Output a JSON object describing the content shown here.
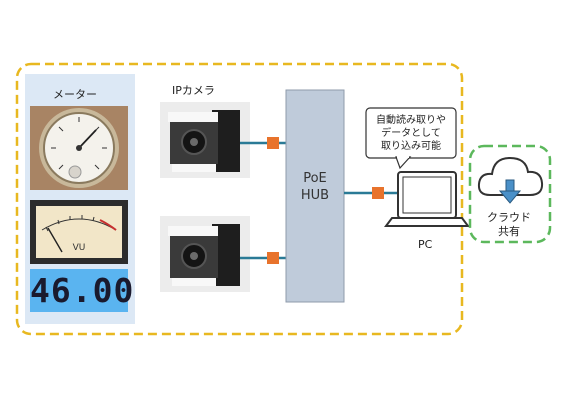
{
  "meter": {
    "title": "メーター",
    "display_value": "46.00",
    "vu_label": "VU"
  },
  "camera": {
    "title": "IPカメラ"
  },
  "hub": {
    "line1": "PoE",
    "line2": "HUB"
  },
  "pc": {
    "label": "PC"
  },
  "bubble": {
    "line1": "自動読み取りや",
    "line2": "データとして",
    "line3": "取り込み可能"
  },
  "cloud": {
    "line1": "クラウド",
    "line2": "共有"
  },
  "colors": {
    "system_border": "#E8B820",
    "cloud_border": "#5CB85C",
    "meter_panel_bg": "#DCE8F5",
    "hub_fill": "#BFCBDA",
    "port_orange": "#E8732C",
    "cable_teal": "#2A7A96",
    "arrow_blue": "#4A90C8",
    "lcd_blue": "#5AB4F0"
  },
  "icons": [
    "gauge-icon",
    "vu-meter-icon",
    "camera-icon",
    "laptop-icon",
    "cloud-icon",
    "download-arrow-icon"
  ]
}
